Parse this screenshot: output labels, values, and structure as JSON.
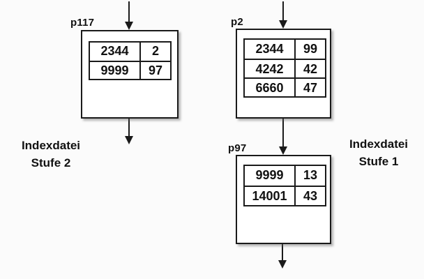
{
  "diagram": {
    "title_implicit": "Zweistufige Indexdatei",
    "captions": {
      "left": {
        "line1": "Indexdatei",
        "line2": "Stufe 2"
      },
      "right": {
        "line1": "Indexdatei",
        "line2": "Stufe 1"
      }
    },
    "nodes": [
      {
        "id": "p117",
        "label": "p117",
        "rows": [
          [
            "2344",
            "2"
          ],
          [
            "9999",
            "97"
          ]
        ]
      },
      {
        "id": "p2",
        "label": "p2",
        "rows": [
          [
            "2344",
            "99"
          ],
          [
            "4242",
            "42"
          ],
          [
            "6660",
            "47"
          ]
        ]
      },
      {
        "id": "p97",
        "label": "p97",
        "rows": [
          [
            "9999",
            "13"
          ],
          [
            "14001",
            "43"
          ]
        ]
      }
    ],
    "arrows": [
      {
        "name": "arrow-into-p117"
      },
      {
        "name": "arrow-out-of-p117"
      },
      {
        "name": "arrow-into-p2"
      },
      {
        "name": "arrow-p2-to-p97"
      },
      {
        "name": "arrow-out-of-p97"
      }
    ],
    "colors": {
      "line": "#1a1a1a",
      "box_fill": "#ffffff",
      "background": "#fbfbfb"
    }
  }
}
